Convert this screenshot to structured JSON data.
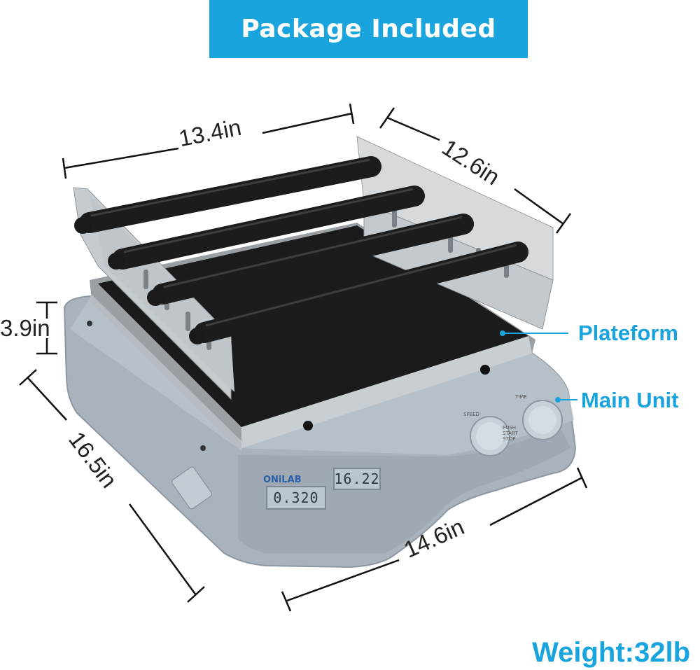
{
  "banner": {
    "title": "Package Included"
  },
  "dimensions": {
    "width_top": "13.4in",
    "depth_top": "12.6in",
    "height": "3.9in",
    "depth_side": "16.5in",
    "width_front": "14.6in"
  },
  "callouts": {
    "platform": "Plateform",
    "main_unit": "Main Unit"
  },
  "device": {
    "brand": "ONiLAB",
    "display_left": "0.320",
    "display_right": "16.22",
    "speed_label": "SPEED",
    "time_label": "TIME",
    "button_label": "PUSH START STOP"
  },
  "weight": "Weight:32lb",
  "colors": {
    "accent": "#19a4dd",
    "body": "#a9b4be",
    "rollers": "#1c1c1c"
  }
}
